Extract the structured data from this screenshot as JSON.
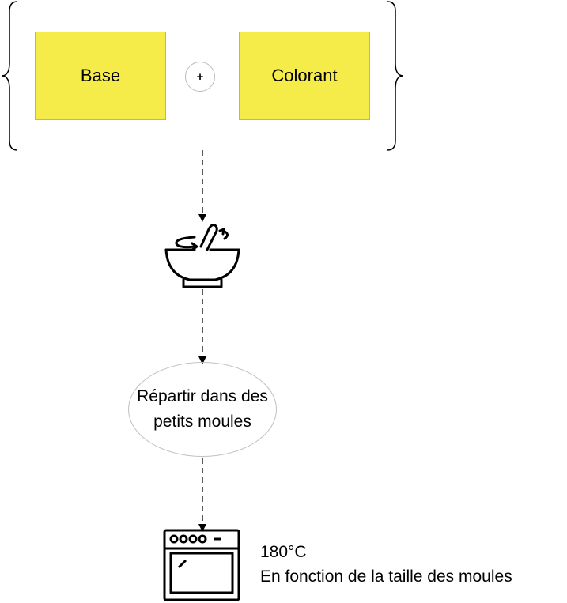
{
  "colors": {
    "box_fill": "#f5ec4a",
    "line": "#000000",
    "outline": "#bdbdbd"
  },
  "ingredients": {
    "base_label": "Base",
    "operator": "+",
    "colorant_label": "Colorant"
  },
  "steps": {
    "mix_icon": "mixing-bowl-icon",
    "distribute_label": "Répartir dans des petits moules",
    "oven_icon": "oven-icon"
  },
  "baking": {
    "temperature": "180°C",
    "duration_note": "En fonction de la taille des moules"
  }
}
